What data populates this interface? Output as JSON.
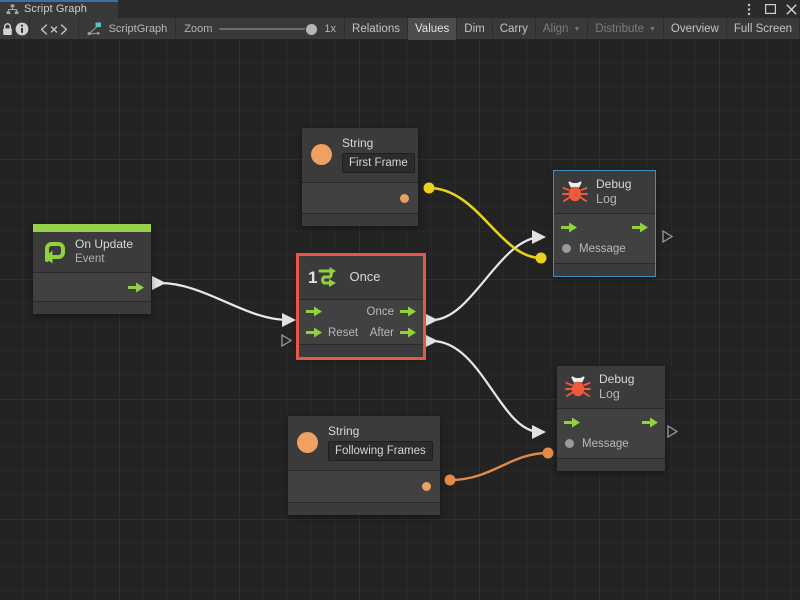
{
  "window": {
    "tab": {
      "label": "Script Graph",
      "icon": "graph-icon"
    },
    "controls": {
      "menu": "⋮",
      "maximize": "□",
      "close": "✕"
    }
  },
  "toolbar": {
    "lock_icon": "lock-icon",
    "info_icon": "info-icon",
    "code_icon": "<x>",
    "graph_name": "ScriptGraph",
    "zoom_label": "Zoom",
    "zoom_value": "1x",
    "buttons": [
      {
        "label": "Relations",
        "state": "normal"
      },
      {
        "label": "Values",
        "state": "active"
      },
      {
        "label": "Dim",
        "state": "normal"
      },
      {
        "label": "Carry",
        "state": "normal"
      },
      {
        "label": "Align",
        "state": "dimmed",
        "caret": "▼"
      },
      {
        "label": "Distribute",
        "state": "dimmed",
        "caret": "▼"
      },
      {
        "label": "Overview",
        "state": "normal"
      },
      {
        "label": "Full Screen",
        "state": "normal"
      }
    ]
  },
  "graph": {
    "nodes": [
      {
        "id": "on-update",
        "type": "event",
        "title": "On Update",
        "subtitle": "Event",
        "icon": "update-loop-icon",
        "accent": "#96d14b",
        "selected": false,
        "ports": {
          "out_flow": ""
        }
      },
      {
        "id": "string-first-frame",
        "type": "literal",
        "title": "String",
        "value": "First Frame",
        "icon": "string-dot-icon",
        "selected": false
      },
      {
        "id": "once",
        "type": "control",
        "title": "Once",
        "icon": "once-icon",
        "icon_number": "1",
        "selected": true,
        "selection_color": "#e8574c",
        "ports": {
          "in_enter": "",
          "in_reset": "Reset",
          "out_once": "Once",
          "out_after": "After"
        }
      },
      {
        "id": "debug-log-top",
        "type": "unit",
        "title": "Debug",
        "subtitle": "Log",
        "icon": "bug-icon",
        "selected": true,
        "selection_color": "#3f8fc4",
        "ports": {
          "in_message": "Message"
        }
      },
      {
        "id": "string-following-frames",
        "type": "literal",
        "title": "String",
        "value": "Following Frames",
        "icon": "string-dot-icon",
        "selected": false
      },
      {
        "id": "debug-log-bottom",
        "type": "unit",
        "title": "Debug",
        "subtitle": "Log",
        "icon": "bug-icon",
        "selected": false,
        "ports": {
          "in_message": "Message"
        }
      }
    ],
    "connections": [
      {
        "id": "flow-update-to-once",
        "from": "on-update",
        "to": "once",
        "kind": "flow",
        "color": "#e8e8e8"
      },
      {
        "id": "flow-once-to-log-top",
        "from": "once.out_once",
        "to": "debug-log-top",
        "kind": "flow",
        "color": "#e8e8e8"
      },
      {
        "id": "flow-after-to-log-bottom",
        "from": "once.out_after",
        "to": "debug-log-bottom",
        "kind": "flow",
        "color": "#e8e8e8"
      },
      {
        "id": "data-first-frame",
        "from": "string-first-frame",
        "to": "debug-log-top",
        "kind": "value",
        "color": "#e8d21e"
      },
      {
        "id": "data-following-frames",
        "from": "string-following-frames",
        "to": "debug-log-bottom",
        "kind": "value",
        "color": "#e08b49"
      }
    ]
  }
}
